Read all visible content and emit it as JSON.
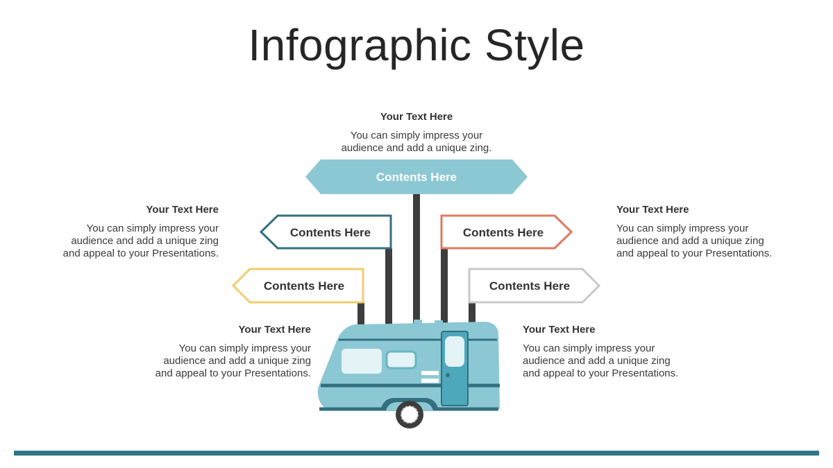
{
  "title": "Infographic Style",
  "colors": {
    "teal_light": "#8cc8d3",
    "teal_dark": "#336f7f",
    "orange": "#e07a5f",
    "yellow": "#f2cd6b",
    "gray": "#c8c8c8",
    "post": "#3d3d3d",
    "bottom_bar": "#2f7585"
  },
  "blocks": {
    "top": {
      "heading": "Your Text Here",
      "line1": "You can simply impress your",
      "line2": "audience and add a unique zing."
    },
    "upper_left": {
      "heading": "Your Text Here",
      "line1": "You can simply impress your",
      "line2": "audience and add a unique zing",
      "line3": "and appeal to your Presentations."
    },
    "upper_right": {
      "heading": "Your Text Here",
      "line1": "You can simply impress your",
      "line2": "audience and add a unique zing",
      "line3": "and appeal to your Presentations."
    },
    "lower_left": {
      "heading": "Your Text Here",
      "line1": "You can simply impress your",
      "line2": "audience and add a unique zing",
      "line3": "and appeal to your Presentations."
    },
    "lower_right": {
      "heading": "Your Text Here",
      "line1": "You can simply impress your",
      "line2": "audience and add a unique zing",
      "line3": "and appeal to your Presentations."
    }
  },
  "signs": {
    "top": "Contents Here",
    "mid_left": "Contents Here",
    "mid_right": "Contents Here",
    "low_left": "Contents Here",
    "low_right": "Contents Here"
  }
}
